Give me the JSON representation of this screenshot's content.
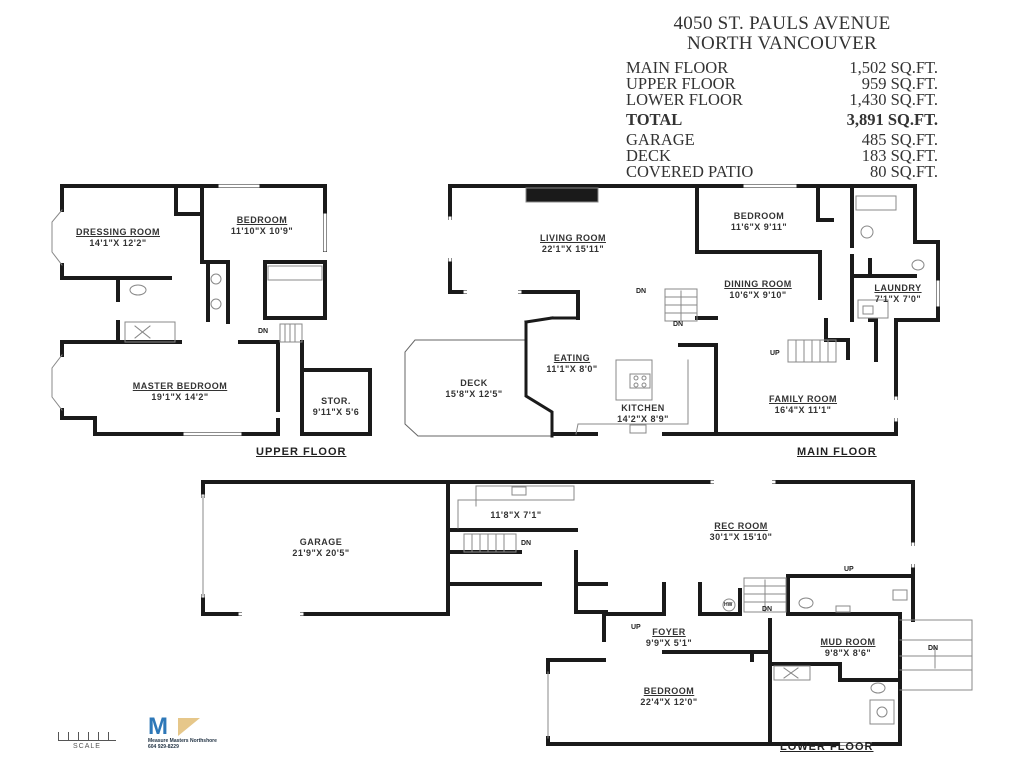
{
  "summary": {
    "address_line1": "4050 ST. PAULS AVENUE",
    "address_line2": "NORTH VANCOUVER",
    "areas": [
      {
        "label": "MAIN FLOOR",
        "value": "1,502 SQ.FT."
      },
      {
        "label": "UPPER FLOOR",
        "value": "959 SQ.FT."
      },
      {
        "label": "LOWER FLOOR",
        "value": "1,430 SQ.FT."
      }
    ],
    "total": {
      "label": "TOTAL",
      "value": "3,891 SQ.FT."
    },
    "extras": [
      {
        "label": "GARAGE",
        "value": "485 SQ.FT."
      },
      {
        "label": "DECK",
        "value": "183 SQ.FT."
      },
      {
        "label": "COVERED PATIO",
        "value": "80 SQ.FT."
      }
    ]
  },
  "floors": {
    "upper": {
      "title": "UPPER FLOOR",
      "rooms": [
        {
          "name": "DRESSING ROOM",
          "dims": "14'1\"X 12'2\""
        },
        {
          "name": "BEDROOM",
          "dims": "11'10\"X 10'9\""
        },
        {
          "name": "MASTER BEDROOM",
          "dims": "19'1\"X 14'2\""
        },
        {
          "name": "STOR.",
          "dims": "9'11\"X 5'6"
        }
      ],
      "stair_labels": [
        "DN"
      ]
    },
    "main": {
      "title": "MAIN FLOOR",
      "rooms": [
        {
          "name": "LIVING ROOM",
          "dims": "22'1\"X 15'11\""
        },
        {
          "name": "BEDROOM",
          "dims": "11'6\"X 9'11\""
        },
        {
          "name": "DINING ROOM",
          "dims": "10'6\"X 9'10\""
        },
        {
          "name": "LAUNDRY",
          "dims": "7'1\"X 7'0\""
        },
        {
          "name": "EATING",
          "dims": "11'1\"X 8'0\""
        },
        {
          "name": "DECK",
          "dims": "15'8\"X 12'5\""
        },
        {
          "name": "KITCHEN",
          "dims": "14'2\"X 8'9\""
        },
        {
          "name": "FAMILY ROOM",
          "dims": "16'4\"X 11'1\""
        }
      ],
      "stair_labels": [
        "DN",
        "DN",
        "UP"
      ]
    },
    "lower": {
      "title": "LOWER FLOOR",
      "rooms": [
        {
          "name": "GARAGE",
          "dims": "21'9\"X 20'5\""
        },
        {
          "name": "",
          "dims": "11'8\"X 7'1\""
        },
        {
          "name": "REC ROOM",
          "dims": "30'1\"X 15'10\""
        },
        {
          "name": "FOYER",
          "dims": "9'9\"X 5'1\""
        },
        {
          "name": "MUD ROOM",
          "dims": "9'8\"X 8'6\""
        },
        {
          "name": "BEDROOM",
          "dims": "22'4\"X 12'0\""
        }
      ],
      "stair_labels": [
        "DN",
        "DN",
        "UP",
        "UP",
        "DN"
      ],
      "fixtures": [
        "HW"
      ]
    }
  },
  "footer": {
    "scale_label": "SCALE",
    "logo_letter": "M",
    "logo_company": "Measure Masters Northshore",
    "logo_phone": "604 929-8229"
  }
}
